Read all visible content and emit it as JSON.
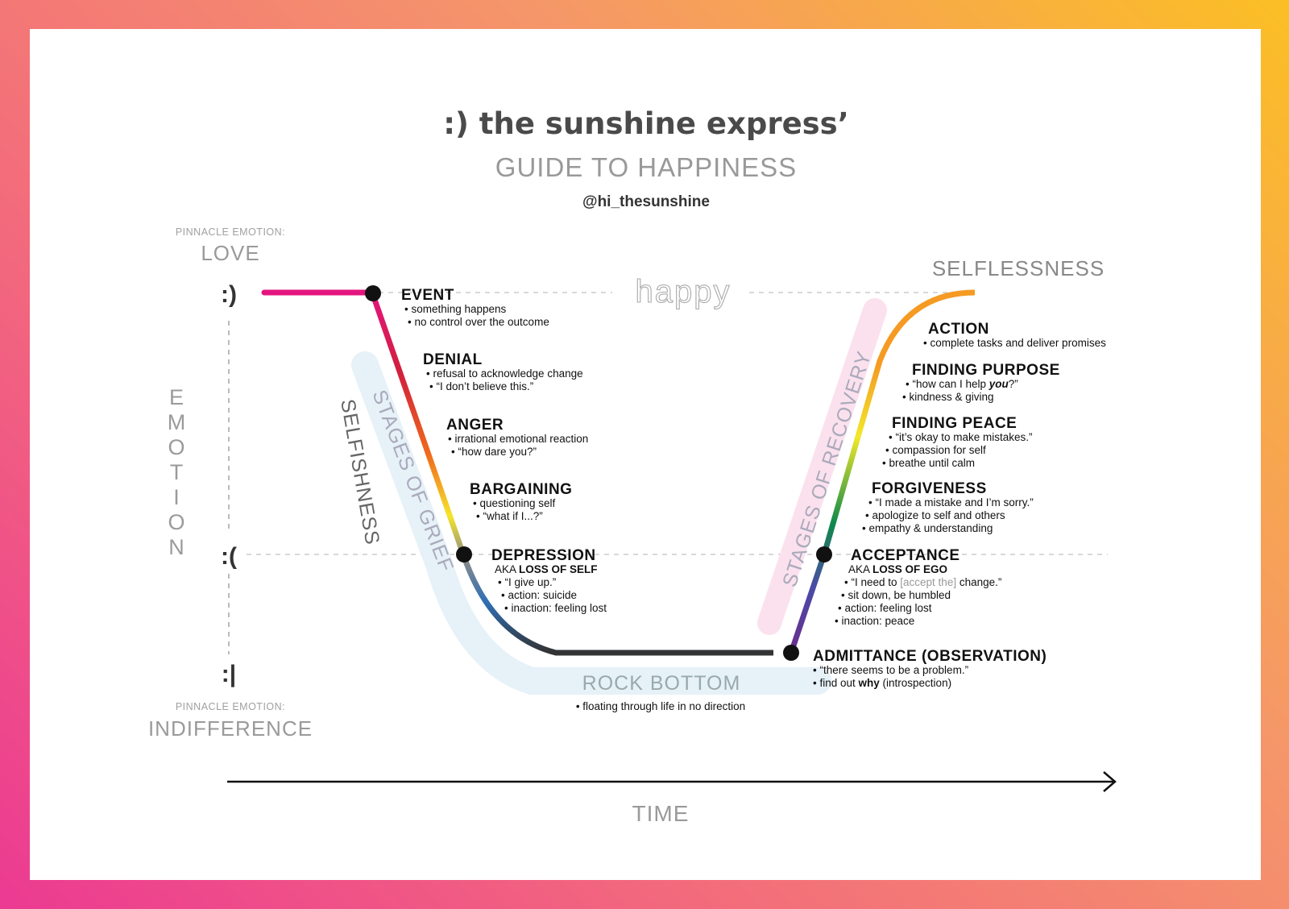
{
  "title": ":) the sunshine express’",
  "subtitle": "GUIDE TO HAPPINESS",
  "handle": "@hi_thesunshine",
  "pinnacle_top": {
    "label": "PINNACLE EMOTION:",
    "value": "LOVE",
    "face": ":)"
  },
  "pinnacle_bottom": {
    "label": "PINNACLE EMOTION:",
    "value": "INDIFFERENCE",
    "face": ":|"
  },
  "sad_face": ":(",
  "y_axis_label": [
    "E",
    "M",
    "O",
    "T",
    "I",
    "O",
    "N"
  ],
  "x_axis_label": "TIME",
  "happy_label": "happy",
  "band_left": "STAGES OF GRIEF",
  "band_left_outer": "SELFISHNESS",
  "band_right": "STAGES OF RECOVERY",
  "selflessness": "SELFLESSNESS",
  "rock_bottom": {
    "title": "ROCK BOTTOM",
    "note": "• floating through life in no direction"
  },
  "stages": {
    "event": {
      "title": "EVENT",
      "notes": [
        "• something happens",
        "• no control over the outcome"
      ]
    },
    "denial": {
      "title": "DENIAL",
      "notes": [
        "• refusal to acknowledge change",
        "• “I don’t believe this.”"
      ]
    },
    "anger": {
      "title": "ANGER",
      "notes": [
        "• irrational emotional reaction",
        "• “how dare you?”"
      ]
    },
    "bargaining": {
      "title": "BARGAINING",
      "notes": [
        "• questioning self",
        "• “what if I...?”"
      ]
    },
    "depression": {
      "title": "DEPRESSION",
      "aka": "AKA ",
      "aka_bold": "LOSS OF SELF",
      "notes": [
        "• “I give up.”",
        "• action: suicide",
        "• inaction: feeling lost"
      ]
    },
    "admittance": {
      "title": "ADMITTANCE (OBSERVATION)",
      "note1": "• “there seems to be a problem.”",
      "note2_pre": "• find out ",
      "note2_bold": "why",
      "note2_post": " (introspection)"
    },
    "acceptance": {
      "title": "ACCEPTANCE",
      "aka": "AKA ",
      "aka_bold": "LOSS OF EGO",
      "note1_pre": "• “I need to ",
      "note1_grey": "[accept the]",
      "note1_post": " change.”",
      "notes": [
        "• sit down, be humbled",
        "• action: feeling lost",
        "• inaction: peace"
      ]
    },
    "forgiveness": {
      "title": "FORGIVENESS",
      "notes": [
        "• “I made a mistake and I’m sorry.”",
        "• apologize to self and others",
        "• empathy & understanding"
      ]
    },
    "finding_peace": {
      "title": "FINDING PEACE",
      "notes": [
        "• “it’s okay to make mistakes.”",
        "• compassion for self",
        "• breathe until calm"
      ]
    },
    "finding_purpose": {
      "title": "FINDING PURPOSE",
      "note1_pre": "• “how can I help ",
      "note1_bold": "you",
      "note1_post": "?”",
      "notes": [
        "• kindness & giving"
      ]
    },
    "action": {
      "title": "ACTION",
      "notes": [
        "• complete tasks and deliver promises"
      ]
    }
  }
}
